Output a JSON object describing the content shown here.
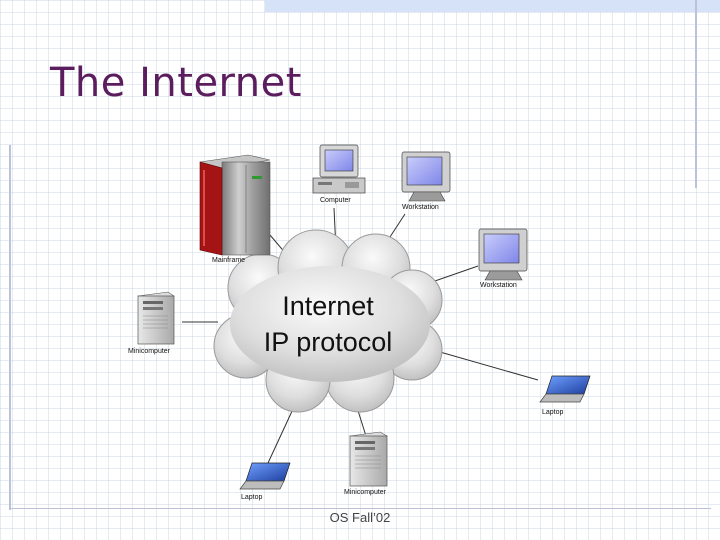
{
  "slide": {
    "title": "The Internet",
    "footer": "OS Fall’02",
    "title_color": "#5b1d5e",
    "accent_color": "#d6e2f8"
  },
  "diagram": {
    "cloud": {
      "line1": "Internet",
      "line2": "IP protocol"
    },
    "devices": [
      {
        "label": "Mainframe",
        "icon": "mainframe-icon"
      },
      {
        "label": "Computer",
        "icon": "desktop-computer-icon"
      },
      {
        "label": "Workstation",
        "icon": "workstation-monitor-icon"
      },
      {
        "label": "Workstation",
        "icon": "workstation-monitor-icon"
      },
      {
        "label": "Minicomputer",
        "icon": "minicomputer-tower-icon"
      },
      {
        "label": "Laptop",
        "icon": "laptop-icon"
      },
      {
        "label": "Laptop",
        "icon": "laptop-icon"
      },
      {
        "label": "Minicomputer",
        "icon": "minicomputer-tower-icon"
      }
    ]
  }
}
